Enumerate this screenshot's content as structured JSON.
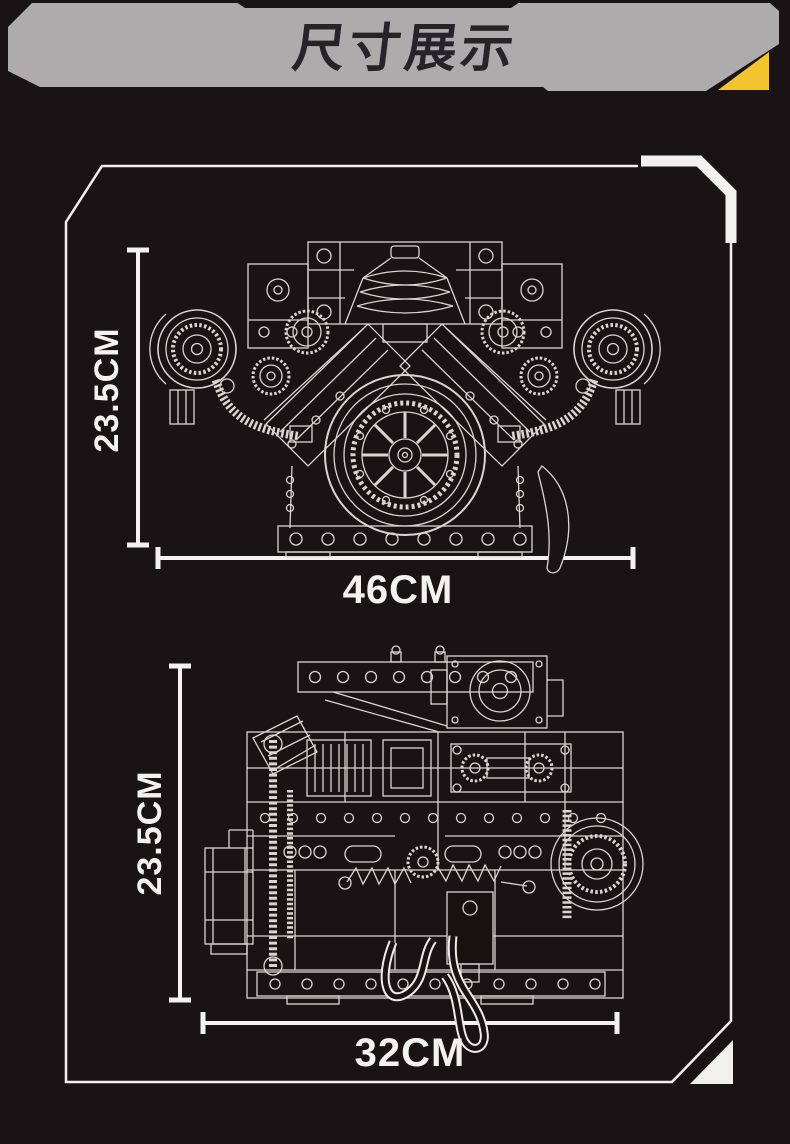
{
  "page": {
    "background": "#1a1315"
  },
  "header": {
    "title": "尺寸展示",
    "banner_color": "#aeabac",
    "accent_triangle_color": "#f2c52f",
    "title_color": "#262429"
  },
  "frame": {
    "line_color": "#f2f0ef",
    "corner_triangle_color": "#f2f0ef"
  },
  "top_view": {
    "drawing": "engine-front-view-blueprint",
    "height_label": "23.5CM",
    "width_label": "46CM"
  },
  "bottom_view": {
    "drawing": "engine-side-view-blueprint",
    "height_label": "23.5CM",
    "width_label": "32CM"
  }
}
